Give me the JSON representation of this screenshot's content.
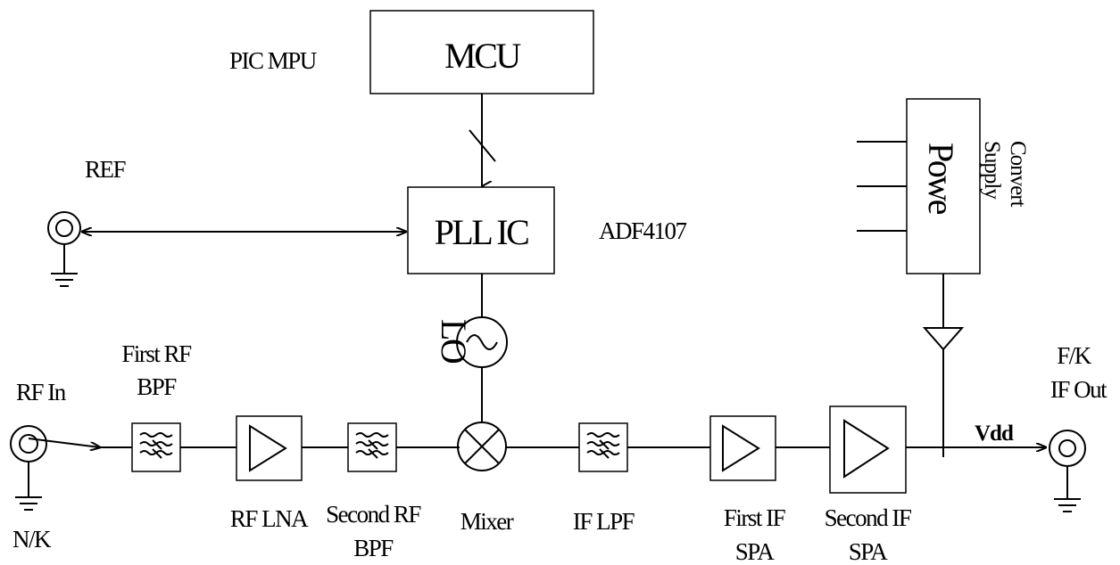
{
  "labels": {
    "pic_mpu": "PIC MPU",
    "mcu": "MCU",
    "ref": "REF",
    "pll_ic": "PLL IC",
    "adf4107": "ADF4107",
    "power_supply_line1": "Powe",
    "power_supply_line2": "Supply",
    "power_supply_line3": "Convert",
    "lo": "LO",
    "first_rf": "First RF",
    "bpf_1": "BPF",
    "rf_in": "RF In",
    "nk": "N/K",
    "rf_lna": "RF LNA",
    "second_rf": "Second RF",
    "bpf_2": "BPF",
    "mixer": "Mixer",
    "if_lpf": "IF LPF",
    "first_if": "First IF",
    "spa_1": "SPA",
    "second_if": "Second IF",
    "spa_2": "SPA",
    "fk": "F/K",
    "if_out": "IF Out",
    "vdd": "Vdd"
  }
}
